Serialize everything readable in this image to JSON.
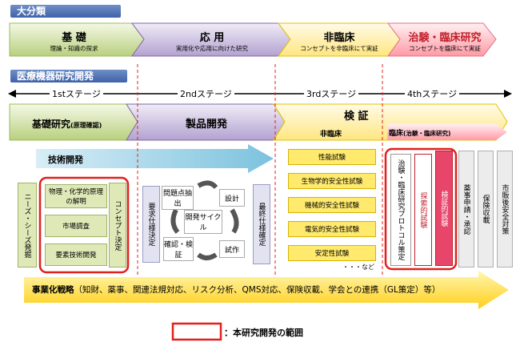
{
  "header_major": "大分類",
  "header_research": "医療機器研究開発",
  "categories": [
    {
      "title": "基 礎",
      "subtitle": "理論・知識の探求"
    },
    {
      "title": "応 用",
      "subtitle": "実用化や応用に向けた研究"
    },
    {
      "title": "非臨床",
      "subtitle": "コンセプトを非臨床にて実証"
    },
    {
      "title": "治験・臨床研究",
      "subtitle": "コンセプトを臨床にて実証"
    }
  ],
  "stages": [
    "1stステージ",
    "2ndステージ",
    "3rdステージ",
    "4thステージ"
  ],
  "phase_basic": "基礎研究",
  "phase_basic_note": "(原理確認)",
  "phase_product": "製品開発",
  "phase_verify": "検 証",
  "phase_nonclinical": "非臨床",
  "phase_clinical": "臨床",
  "phase_clinical_note": "(治験・臨床研究)",
  "tech_dev": "技術開発",
  "needs_seeds": "ニーズ・シーズ発掘",
  "basic_items": [
    "物理・化学的原理の解明",
    "市場調査",
    "要素技術開発"
  ],
  "concept_decision": "コンセプト決定",
  "requirements_decision": "要求仕様決定",
  "cycle_items": {
    "problem": "問題点抽出",
    "design": "設計",
    "center": "開発サイクル",
    "verify": "確認・検証",
    "prototype": "試作"
  },
  "final_spec": "最終仕様確定",
  "tests": [
    "性能試験",
    "生物学的安全性試験",
    "機械的安全性試験",
    "電気的安全性試験",
    "安定性試験"
  ],
  "tests_etc": "・・・など",
  "clinical_items": [
    "治験・臨床研究プロトコル策定",
    "探索的試験",
    "検証的試験",
    "薬事申請・承認",
    "保険収載",
    "市販後安全対策"
  ],
  "strategy_label": "事業化戦略",
  "strategy_text": "（知財、薬事、関連法規対応、リスク分析、QMS対応、保険収載、学会との連携（GL策定）等）",
  "legend_text": "：本研究開発の範囲",
  "colors": {
    "green": "#9bbb59",
    "purple": "#8064a2",
    "yellow": "#ffe680",
    "pink": "#ff9aa6",
    "red": "#e0201b",
    "accent_blue": "#4a6fb0"
  }
}
